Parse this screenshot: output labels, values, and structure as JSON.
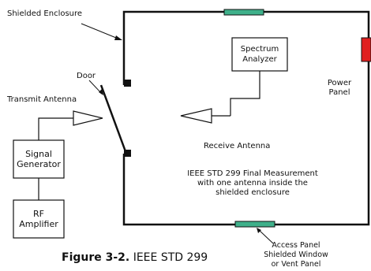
{
  "labels": {
    "shielded_enclosure": "Shielded Enclosure",
    "door": "Door",
    "transmit_antenna": "Transmit Antenna",
    "signal_generator_line1": "Signal",
    "signal_generator_line2": "Generator",
    "rf_amplifier_line1": "RF",
    "rf_amplifier_line2": "Amplifier",
    "spectrum_analyzer_line1": "Spectrum",
    "spectrum_analyzer_line2": "Analyzer",
    "power_panel_line1": "Power",
    "power_panel_line2": "Panel",
    "receive_antenna": "Receive Antenna",
    "description_line1": "IEEE STD 299 Final Measurement",
    "description_line2": "with one antenna inside the",
    "description_line3": "shielded enclosure",
    "access_panel_line1": "Access Panel",
    "access_panel_line2": "Shielded Window",
    "access_panel_line3": "or Vent Panel"
  },
  "caption": {
    "figure": "Figure 3-2.",
    "text": " IEEE STD 299"
  },
  "colors": {
    "vent_panel": "#3fb08a",
    "power_panel": "#e02020",
    "line": "#111111"
  }
}
